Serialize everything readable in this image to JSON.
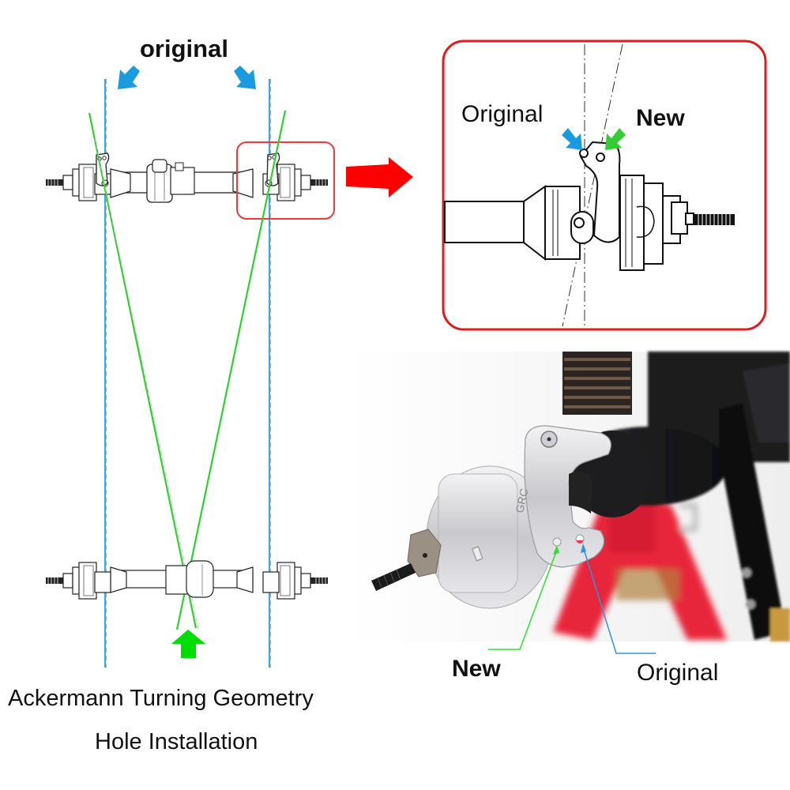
{
  "diagram": {
    "top_label": "original",
    "caption_line1": "Ackermann Turning Geometry",
    "caption_line2": "Hole Installation"
  },
  "zoom_panel": {
    "original_label": "Original",
    "new_label": "New"
  },
  "photo_panel": {
    "new_label": "New",
    "original_label": "Original",
    "brand_mark": "GRC"
  },
  "colors": {
    "original_marker": "#1a9be0",
    "new_marker": "#22cc22",
    "highlight_frame": "#ee1c24",
    "arrow_red": "#ff0000",
    "arrow_green": "#00dd00",
    "aluminum": "#d8d8dc",
    "chassis_black": "#1c1c1e",
    "stand_red": "#e8283a"
  },
  "icons": {
    "blue_arrows": "arrow-down-diagonal-icon",
    "red_arrow": "arrow-right-icon",
    "green_arrow": "arrow-up-icon"
  }
}
